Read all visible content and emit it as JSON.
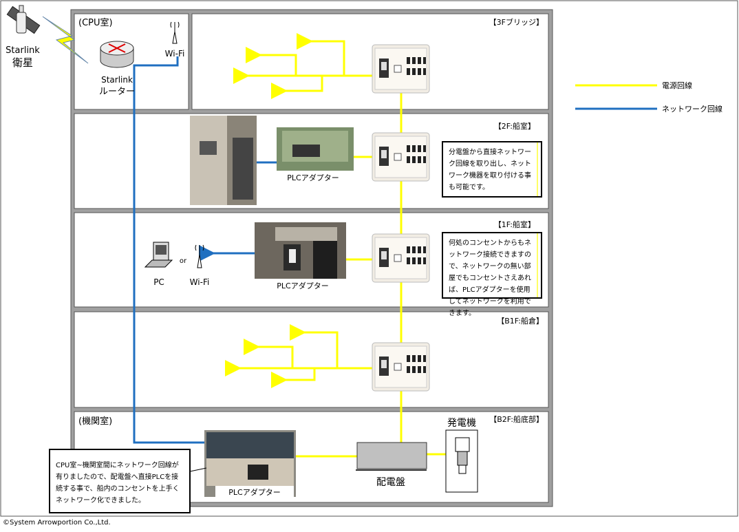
{
  "satellite": {
    "label_line1": "Starlink",
    "label_line2": "衛星"
  },
  "cpu_room": {
    "title": "(CPU室)",
    "router_line1": "Starlink",
    "router_line2": "ルーター",
    "wifi": "Wi-Fi"
  },
  "floors": {
    "f3": {
      "tag": "【3Fブリッジ】"
    },
    "f2": {
      "tag": "【2F:船室】",
      "plc_label": "PLCアダプター",
      "note": "分電盤から直接ネットワーク回線を取り出し、ネットワーク機器を取り付ける事も可能です。"
    },
    "f1": {
      "tag": "【1F:船室】",
      "plc_label": "PLCアダプター",
      "pc": "PC",
      "or": "or",
      "wifi": "Wi-Fi",
      "note": "何処のコンセントからもネットワーク接続できますので、ネットワークの無い部屋でもコンセントさえあれば、PLCアダプターを使用してネットワークを利用できます。"
    },
    "b1": {
      "tag": "【B1F:船倉】"
    },
    "b2": {
      "tag": "【B2F:船底部】",
      "room": "(機関室)",
      "plc_label": "PLCアダプター",
      "switchboard": "配電盤",
      "generator": "発電機",
      "note": "CPU室~機関室間にネットワーク回線が有りましたので、配電盤へ直接PLCを接続する事で、船内のコンセントを上手くネットワーク化できました。"
    }
  },
  "legend": {
    "power": "電源回線",
    "network": "ネットワーク回線"
  },
  "colors": {
    "power": "#ffff00",
    "network": "#1f6fc0",
    "wall": "#a0a0a0"
  },
  "footer": "©System Arrowportion Co.,Ltd."
}
